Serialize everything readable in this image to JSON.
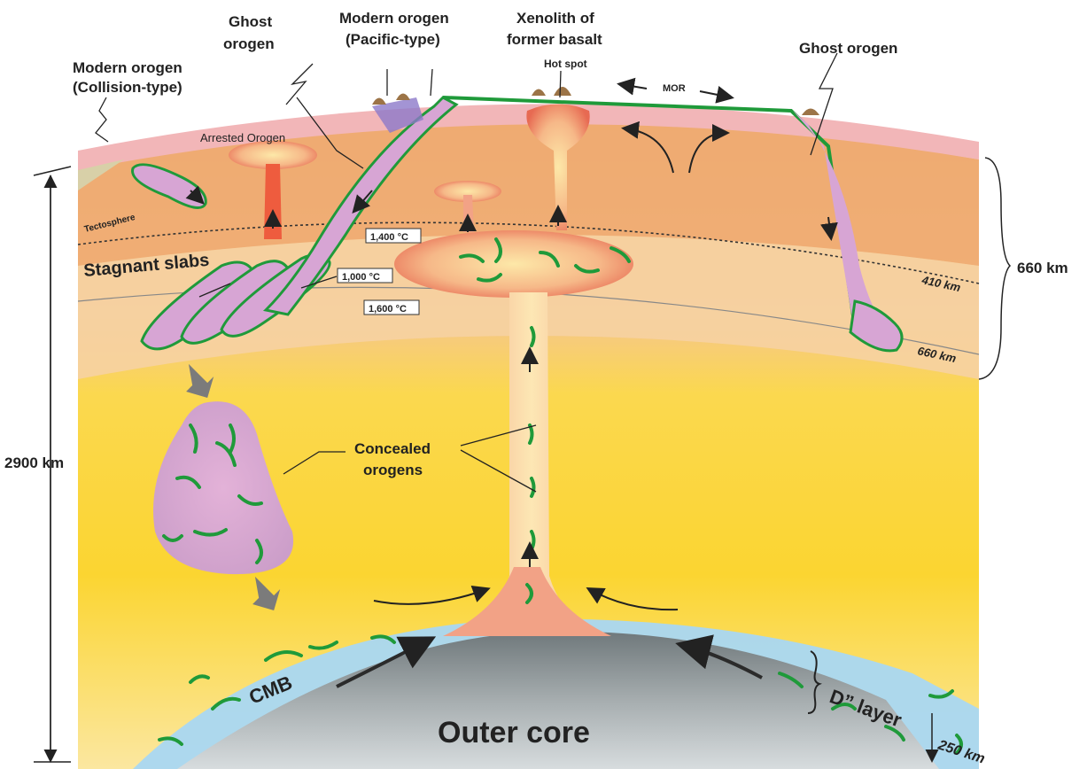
{
  "labels": {
    "modern_orogen_collision_1": "Modern orogen",
    "modern_orogen_collision_2": "(Collision-type)",
    "ghost_orogen_left_1": "Ghost",
    "ghost_orogen_left_2": "orogen",
    "modern_orogen_pacific_1": "Modern orogen",
    "modern_orogen_pacific_2": "(Pacific-type)",
    "xenolith_1": "Xenolith of",
    "xenolith_2": "former basalt",
    "hot_spot": "Hot spot",
    "mor": "MOR",
    "ghost_orogen_right": "Ghost orogen",
    "arrested_orogen": "Arrested Orogen",
    "tectosphere": "Tectosphere",
    "stagnant_slabs": "Stagnant slabs",
    "temp_1400": "1,400 °C",
    "temp_1000": "1,000 °C",
    "temp_1600": "1,600 °C",
    "depth_410": "410 km",
    "depth_660": "660 km",
    "depth_660_brace": "660 km",
    "depth_2900": "2900 km",
    "concealed_1": "Concealed",
    "concealed_2": "orogens",
    "cmb": "CMB",
    "d_layer": "D” layer",
    "outer_core": "Outer core",
    "depth_250": "250 km"
  },
  "colors": {
    "crust": "#f2b6b8",
    "upper_mantle": "#f0b477",
    "transition_zone": "#f6cf8f",
    "lower_mantle": "#fbd22e",
    "d_layer": "#aad6f0",
    "core": "#8a9396",
    "slab": "#d9a7d6",
    "slab_edge": "#1f9a3a",
    "plume": "#f29a76"
  }
}
